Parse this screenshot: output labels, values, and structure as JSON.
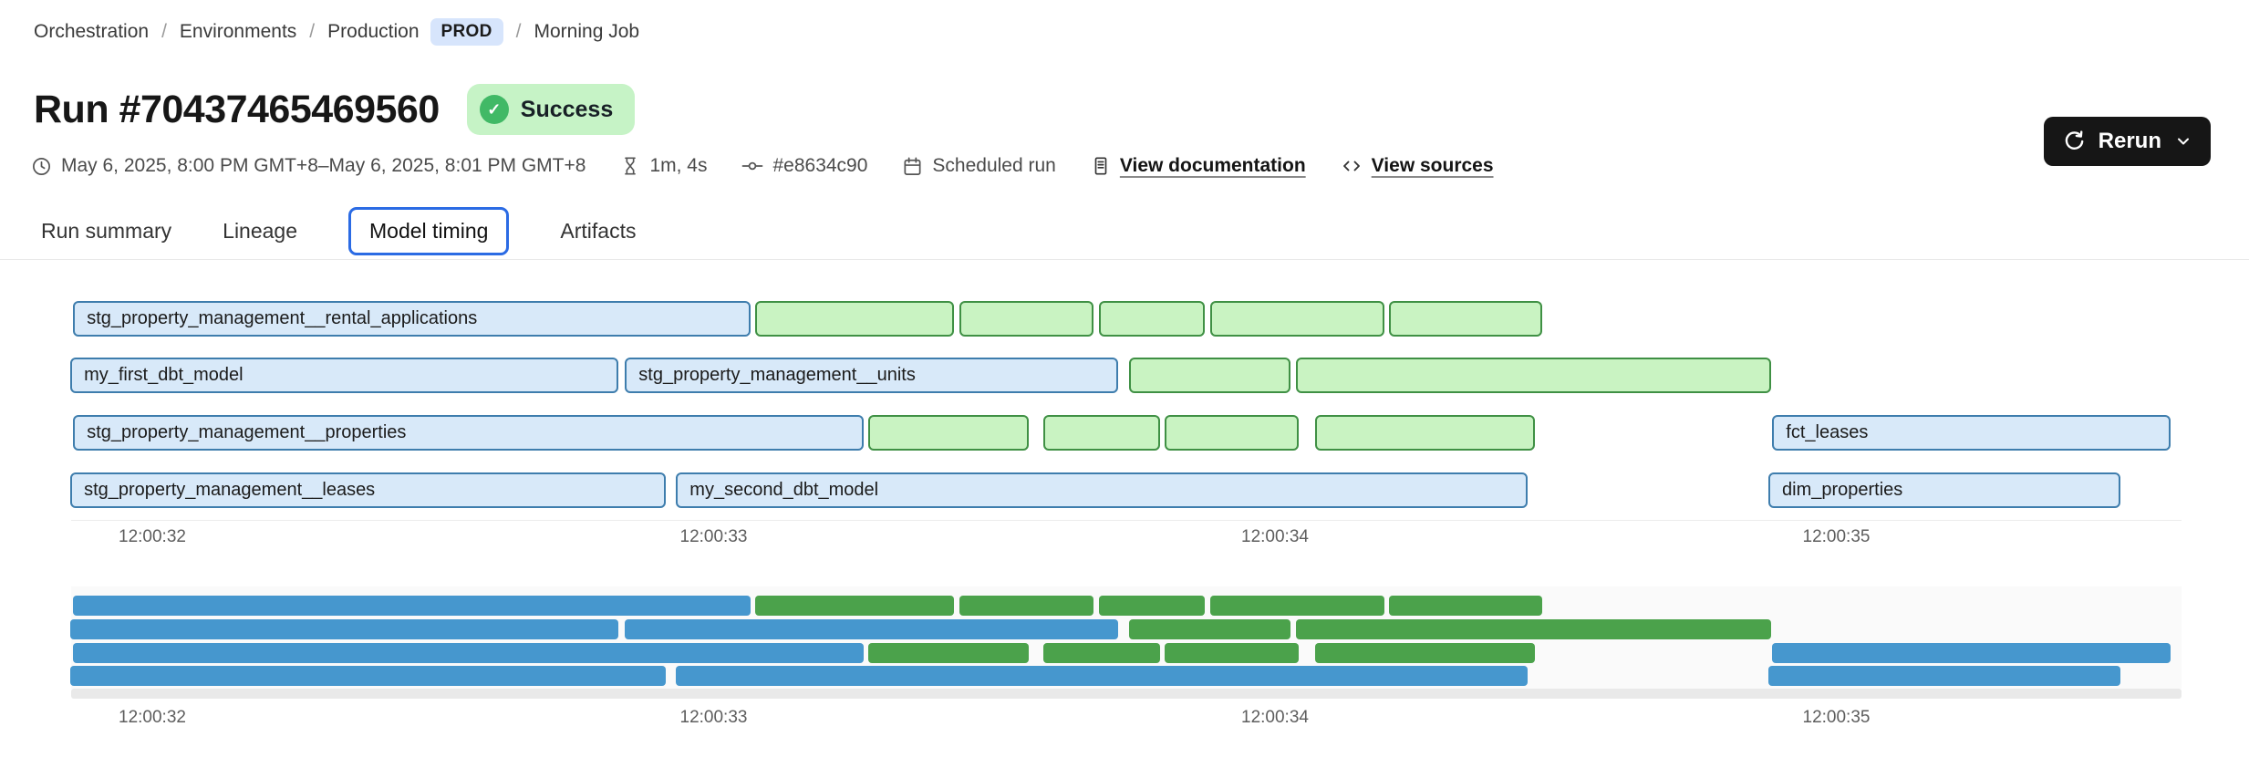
{
  "breadcrumb": {
    "separator": "/",
    "items": [
      {
        "label": "Orchestration"
      },
      {
        "label": "Environments"
      },
      {
        "label": "Production",
        "badge": "PROD"
      },
      {
        "label": "Morning Job"
      }
    ]
  },
  "header": {
    "title": "Run #70437465469560",
    "status": {
      "label": "Success",
      "icon": "check-circle"
    }
  },
  "actions": {
    "rerun_label": "Rerun"
  },
  "meta": {
    "time_range": "May 6, 2025, 8:00 PM GMT+8–May 6, 2025, 8:01 PM GMT+8",
    "duration": "1m, 4s",
    "commit": "#e8634c90",
    "trigger": "Scheduled run",
    "doc_link": "View documentation",
    "sources_link": "View sources"
  },
  "tabs": [
    {
      "label": "Run summary",
      "active": false
    },
    {
      "label": "Lineage",
      "active": false
    },
    {
      "label": "Model timing",
      "active": true
    },
    {
      "label": "Artifacts",
      "active": false
    }
  ],
  "colors": {
    "accent_blue": "#2b6be4",
    "prod_badge_bg": "#d7e5fc",
    "success_bg": "#c6f3c6",
    "success_icon": "#41b966",
    "bar_blue_fill": "#d8e9f9",
    "bar_blue_border": "#3e7dad",
    "bar_green_fill": "#c9f3c2",
    "bar_green_border": "#3f9044",
    "mini_blue": "#4697ce",
    "mini_green": "#4ba24b",
    "rerun_bg": "#161616"
  },
  "chart_data": {
    "type": "gantt",
    "title": "Model timing",
    "time_axis": {
      "unit": "time of day (hh:mm:ss)",
      "ticks": [
        {
          "t": 32,
          "label": "12:00:32"
        },
        {
          "t": 33,
          "label": "12:00:33"
        },
        {
          "t": 34,
          "label": "12:00:34"
        },
        {
          "t": 35,
          "label": "12:00:35"
        }
      ]
    },
    "rows": [
      {
        "bars": [
          {
            "label": "stg_property_management__rental_applications",
            "color": "blue",
            "start": 31.859,
            "end": 33.066
          },
          {
            "color": "green",
            "start": 33.074,
            "end": 33.428
          },
          {
            "color": "green",
            "start": 33.438,
            "end": 33.677
          },
          {
            "color": "green",
            "start": 33.686,
            "end": 33.875
          },
          {
            "color": "green",
            "start": 33.885,
            "end": 34.195
          },
          {
            "color": "green",
            "start": 34.203,
            "end": 34.476
          }
        ]
      },
      {
        "bars": [
          {
            "label": "my_first_dbt_model",
            "color": "blue",
            "start": 31.854,
            "end": 32.83
          },
          {
            "label": "stg_property_management__units",
            "color": "blue",
            "start": 32.842,
            "end": 33.72
          },
          {
            "color": "green",
            "start": 33.74,
            "end": 34.028
          },
          {
            "color": "green",
            "start": 34.037,
            "end": 34.884
          }
        ]
      },
      {
        "bars": [
          {
            "label": "stg_property_management__properties",
            "color": "blue",
            "start": 31.859,
            "end": 33.267
          },
          {
            "color": "green",
            "start": 33.275,
            "end": 33.561
          },
          {
            "color": "green",
            "start": 33.587,
            "end": 33.795
          },
          {
            "color": "green",
            "start": 33.803,
            "end": 34.042
          },
          {
            "color": "green",
            "start": 34.072,
            "end": 34.463
          },
          {
            "label": "fct_leases",
            "color": "blue",
            "start": 34.886,
            "end": 35.595
          }
        ]
      },
      {
        "bars": [
          {
            "label": "stg_property_management__leases",
            "color": "blue",
            "start": 31.854,
            "end": 32.915
          },
          {
            "label": "my_second_dbt_model",
            "color": "blue",
            "start": 32.933,
            "end": 34.45
          },
          {
            "label": "dim_properties",
            "color": "blue",
            "start": 34.879,
            "end": 35.506
          }
        ]
      }
    ]
  }
}
